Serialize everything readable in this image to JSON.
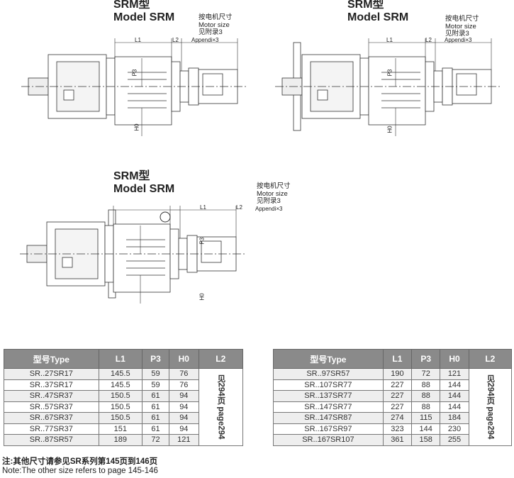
{
  "drawings": [
    {
      "title_cn": "SRM型",
      "title_en": "Model SRM",
      "note_cn": "按电机尺寸",
      "note_en": "Motor size",
      "note_ref": "见附录3",
      "l1": "L1",
      "l2": "L2",
      "appendix": "Appendi×3",
      "p3": "P3",
      "h0": "H0"
    },
    {
      "title_cn": "SRM型",
      "title_en": "Model SRM",
      "note_cn": "按电机尺寸",
      "note_en": "Motor size",
      "note_ref": "见附录3",
      "l1": "L1",
      "l2": "L2",
      "appendix": "Appendi×3",
      "p3": "P3",
      "h0": "H0"
    },
    {
      "title_cn": "SRM型",
      "title_en": "Model SRM",
      "note_cn": "按电机尺寸",
      "note_en": "Motor size",
      "note_ref": "见附录3",
      "l1": "L1",
      "l2": "L2",
      "appendix": "Appendi×3",
      "p3": "P3",
      "h0": "H0"
    }
  ],
  "headers": [
    "型号Type",
    "L1",
    "P3",
    "H0",
    "L2"
  ],
  "l2_note": "见294页 page294",
  "table1": [
    [
      "SR..27SR17",
      "145.5",
      "59",
      "76"
    ],
    [
      "SR..37SR17",
      "145.5",
      "59",
      "76"
    ],
    [
      "SR..47SR37",
      "150.5",
      "61",
      "94"
    ],
    [
      "SR..57SR37",
      "150.5",
      "61",
      "94"
    ],
    [
      "SR..67SR37",
      "150.5",
      "61",
      "94"
    ],
    [
      "SR..77SR37",
      "151",
      "61",
      "94"
    ],
    [
      "SR..87SR57",
      "189",
      "72",
      "121"
    ]
  ],
  "table2": [
    [
      "SR..97SR57",
      "190",
      "72",
      "121"
    ],
    [
      "SR..107SR77",
      "227",
      "88",
      "144"
    ],
    [
      "SR..137SR77",
      "227",
      "88",
      "144"
    ],
    [
      "SR..147SR77",
      "227",
      "88",
      "144"
    ],
    [
      "SR..147SR87",
      "274",
      "115",
      "184"
    ],
    [
      "SR..167SR97",
      "323",
      "144",
      "230"
    ],
    [
      "SR..167SR107",
      "361",
      "158",
      "255"
    ]
  ],
  "footnote_cn": "注:其他尺寸请参见SR系列第145页到146页",
  "footnote_en": "Note:The other size refers to page 145-146"
}
